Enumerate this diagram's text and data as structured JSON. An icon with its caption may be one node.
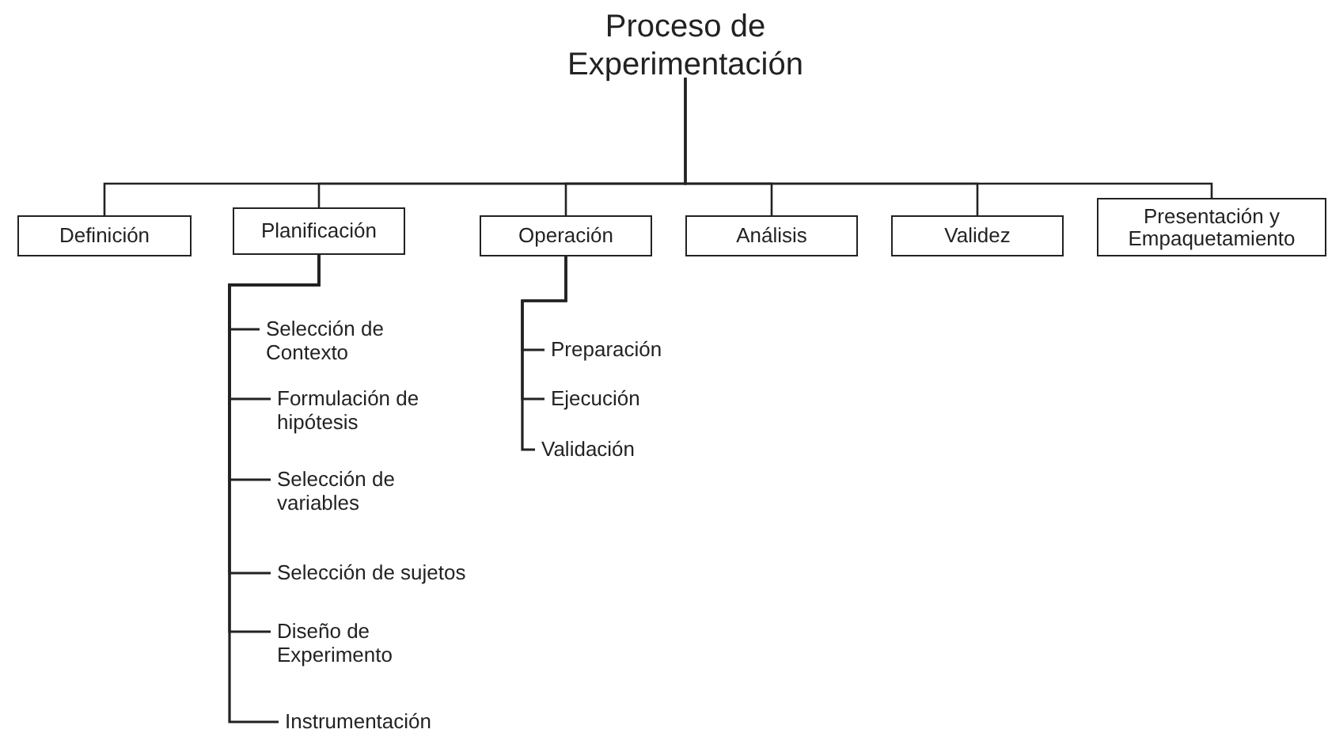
{
  "diagram": {
    "nodes": [
      {
        "text": [
          "Proceso de Experimentación"
        ]
      },
      {
        "text": [
          "Definición"
        ]
      },
      {
        "text": [
          "Planificación"
        ]
      },
      {
        "text": [
          "Operación"
        ]
      },
      {
        "text": [
          "Análisis"
        ]
      },
      {
        "text": [
          "Validez"
        ]
      },
      {
        "text": [
          "Presentación y Empaquetamiento"
        ]
      },
      {
        "text": [
          "Selección de Contexto"
        ]
      },
      {
        "text": [
          "Formulación de hipótesis"
        ]
      },
      {
        "text": [
          "Selección de variables"
        ]
      },
      {
        "text": [
          "Selección de sujetos"
        ]
      },
      {
        "text": [
          "Diseño de Experimento"
        ]
      },
      {
        "text": [
          "Instrumentación"
        ]
      },
      {
        "text": [
          "Preparación"
        ]
      },
      {
        "text": [
          "Ejecución"
        ]
      },
      {
        "text": [
          "Validación"
        ]
      }
    ],
    "edges": [
      {
        "from": 0,
        "to": 1,
        "arrow": "none"
      },
      {
        "from": 0,
        "to": 2,
        "arrow": "none"
      },
      {
        "from": 0,
        "to": 3,
        "arrow": "none"
      },
      {
        "from": 0,
        "to": 4,
        "arrow": "none"
      },
      {
        "from": 0,
        "to": 5,
        "arrow": "none"
      },
      {
        "from": 0,
        "to": 6,
        "arrow": "none"
      },
      {
        "from": 2,
        "to": 7,
        "arrow": "none"
      },
      {
        "from": 2,
        "to": 8,
        "arrow": "none"
      },
      {
        "from": 2,
        "to": 9,
        "arrow": "none"
      },
      {
        "from": 2,
        "to": 10,
        "arrow": "none"
      },
      {
        "from": 2,
        "to": 11,
        "arrow": "none"
      },
      {
        "from": 2,
        "to": 12,
        "arrow": "none"
      },
      {
        "from": 3,
        "to": 13,
        "arrow": "none"
      },
      {
        "from": 3,
        "to": 14,
        "arrow": "none"
      },
      {
        "from": 3,
        "to": 15,
        "arrow": "none"
      }
    ]
  }
}
